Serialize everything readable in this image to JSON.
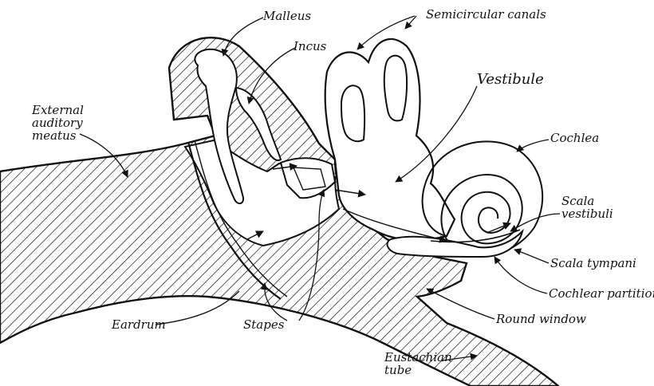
{
  "labels": {
    "malleus": "Malleus",
    "incus": "Incus",
    "semicircular_canals": "Semicircular canals",
    "vestibule": "Vestibule",
    "external_auditory_meatus": [
      "External",
      "auditory",
      "meatus"
    ],
    "cochlea": "Cochlea",
    "scala_vestibuli": [
      "Scala",
      "vestibuli"
    ],
    "scala_tympani": "Scala tympani",
    "cochlear_partition": "Cochlear partition",
    "round_window": "Round window",
    "eardrum": "Eardrum",
    "stapes": "Stapes",
    "eustachian_tube": [
      "Eustachian",
      "tube"
    ]
  },
  "colors": {
    "ink": "#111111",
    "paper": "#ffffff"
  }
}
